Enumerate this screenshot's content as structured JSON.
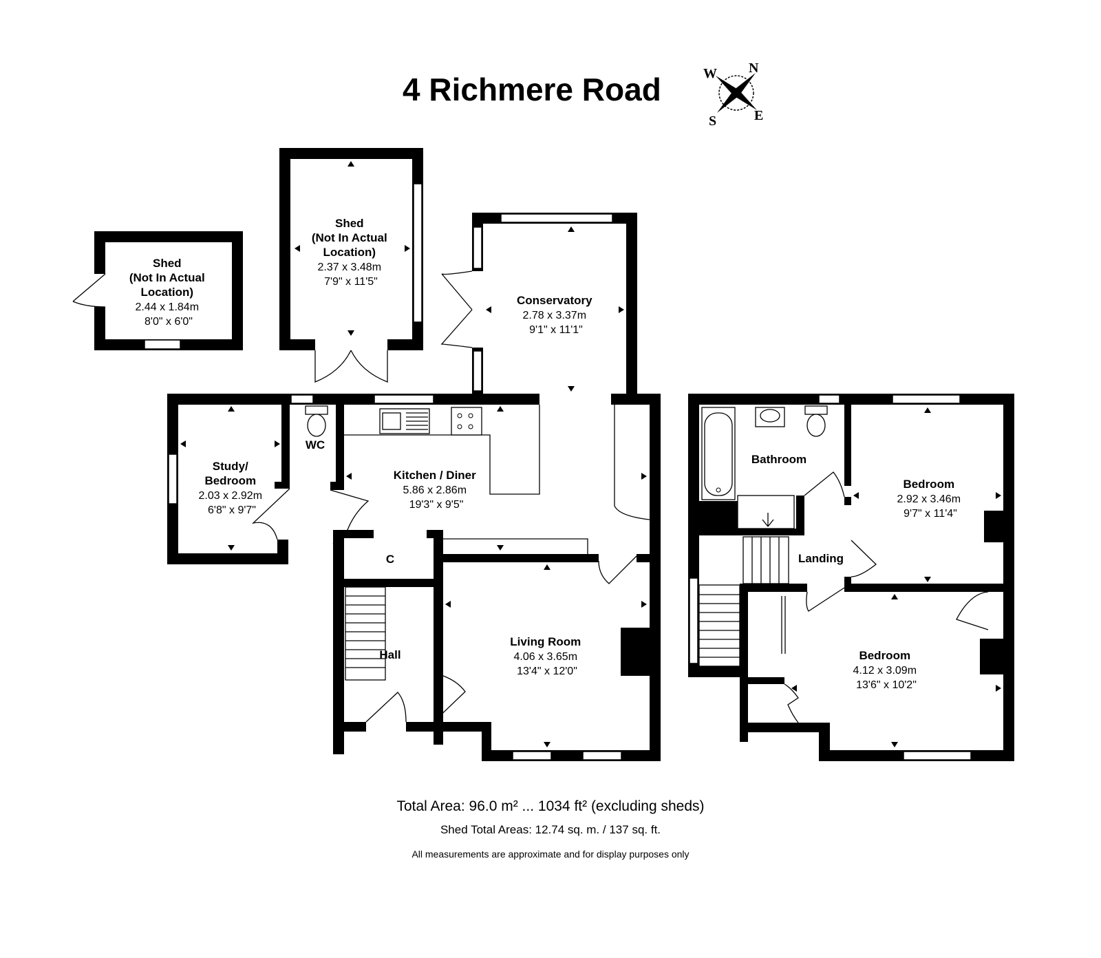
{
  "title": "4 Richmere Road",
  "compass": {
    "n": "N",
    "s": "S",
    "e": "E",
    "w": "W"
  },
  "rooms": {
    "shed_small": {
      "name_lines": [
        "Shed",
        "(Not In Actual",
        "Location)"
      ],
      "metric": "2.44 x 1.84m",
      "imperial": "8'0\" x 6'0\""
    },
    "shed_large": {
      "name_lines": [
        "Shed",
        "(Not In Actual",
        "Location)"
      ],
      "metric": "2.37 x 3.48m",
      "imperial": "7'9\" x 11'5\""
    },
    "conservatory": {
      "name": "Conservatory",
      "metric": "2.78 x 3.37m",
      "imperial": "9'1\" x 11'1\""
    },
    "study": {
      "name_lines": [
        "Study/",
        "Bedroom"
      ],
      "metric": "2.03 x 2.92m",
      "imperial": "6'8\" x 9'7\""
    },
    "wc": {
      "name": "WC"
    },
    "kitchen": {
      "name": "Kitchen / Diner",
      "metric": "5.86 x 2.86m",
      "imperial": "19'3\" x 9'5\""
    },
    "cupboard": {
      "name": "C"
    },
    "hall": {
      "name": "Hall"
    },
    "living": {
      "name": "Living Room",
      "metric": "4.06 x 3.65m",
      "imperial": "13'4\" x 12'0\""
    },
    "bathroom": {
      "name": "Bathroom"
    },
    "landing": {
      "name": "Landing"
    },
    "bedroom_upper": {
      "name": "Bedroom",
      "metric": "2.92 x 3.46m",
      "imperial": "9'7\" x 11'4\""
    },
    "bedroom_lower": {
      "name": "Bedroom",
      "metric": "4.12 x 3.09m",
      "imperial": "13'6\" x 10'2\""
    }
  },
  "footer": {
    "total_area": "Total Area: 96.0 m² ... 1034 ft² (excluding sheds)",
    "shed_area": "Shed Total Areas: 12.74 sq. m. / 137 sq. ft.",
    "disclaimer": "All measurements are approximate and for display purposes only"
  }
}
